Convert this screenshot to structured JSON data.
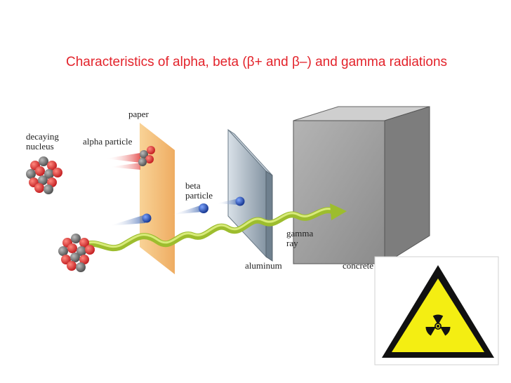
{
  "slide": {
    "title": "Characteristics of alpha, beta (β+ and β–) and gamma radiations"
  },
  "diagram": {
    "labels": {
      "paper": "paper",
      "decaying_line1": "decaying",
      "decaying_line2": "nucleus",
      "alpha": "alpha particle",
      "beta_line1": "beta",
      "beta_line2": "particle",
      "gamma_line1": "gamma",
      "gamma_line2": "ray",
      "aluminum": "aluminum",
      "concrete": "concrete"
    }
  },
  "colors": {
    "title": "#e3232b",
    "paper": "#f3b86a",
    "aluminum": "#a9b6c1",
    "concrete": "#9a9a9a",
    "gamma_wave": "#9dbd2e",
    "warning_yellow": "#f4ee12"
  },
  "icons": [
    "radiation-warning-icon"
  ]
}
